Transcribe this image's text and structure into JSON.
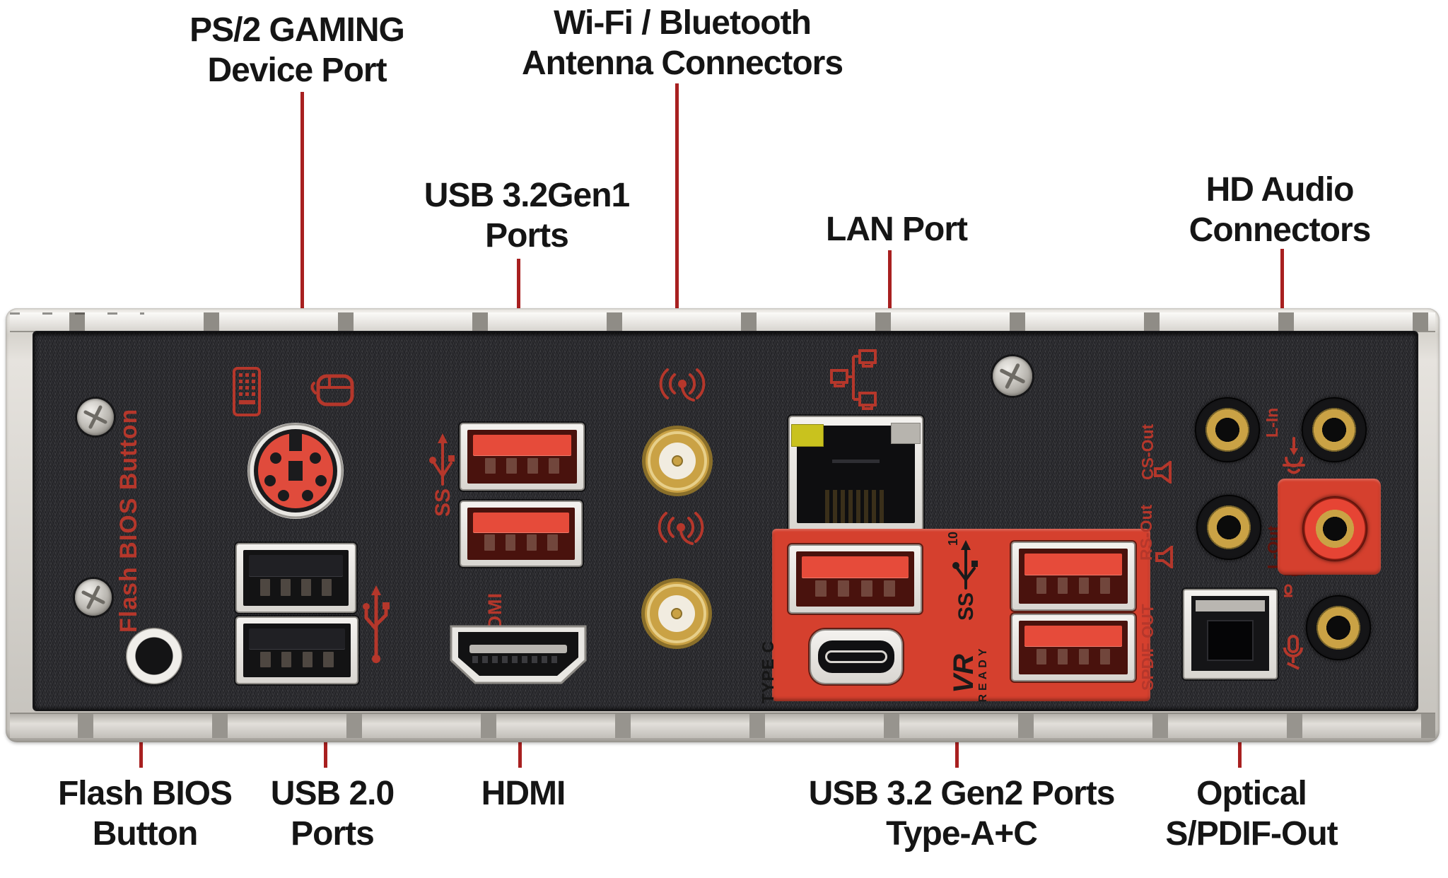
{
  "title_note": "Motherboard rear I/O panel diagram",
  "callouts": {
    "ps2": {
      "line1": "PS/2 GAMING",
      "line2": "Device Port"
    },
    "wifi_bt": {
      "line1": "Wi-Fi / Bluetooth",
      "line2": "Antenna Connectors"
    },
    "usb32gen1": {
      "line1": "USB 3.2Gen1",
      "line2": "Ports"
    },
    "lan": {
      "line1": "LAN Port"
    },
    "hd_audio": {
      "line1": "HD Audio",
      "line2": "Connectors"
    },
    "flash_bios": {
      "line1": "Flash BIOS",
      "line2": "Button"
    },
    "usb20": {
      "line1": "USB 2.0",
      "line2": "Ports"
    },
    "hdmi": {
      "line1": "HDMI"
    },
    "usb32gen2": {
      "line1": "USB 3.2 Gen2 Ports",
      "line2": "Type-A+C"
    },
    "optical": {
      "line1": "Optical",
      "line2": "S/PDIF-Out"
    }
  },
  "panel_text": {
    "flash_bios_button": "Flash BIOS Button",
    "hdmi": "HDMI",
    "type_c": "TYPE C",
    "spdif_out": "SPDIF OUT",
    "cs_out": "CS-Out",
    "rs_out": "RS-Out",
    "l_in": "L-In",
    "l_out": "L-Out",
    "vr": "VR",
    "ready": "READY",
    "ss_gen1": "SS",
    "ss_gen2": "SS",
    "gen2_speed": "10"
  },
  "colors": {
    "leader_red": "#a82020",
    "panel_label_red": "#b5372b",
    "block_red": "#d5402e",
    "port_red": "#e64b3a",
    "ps2_red": "#e04b3c",
    "gold": "#caa245",
    "led_yellow": "#c9c21e",
    "panel_black": "#2c2c30",
    "metal": "#d9d6d1",
    "label_black": "#151515"
  }
}
